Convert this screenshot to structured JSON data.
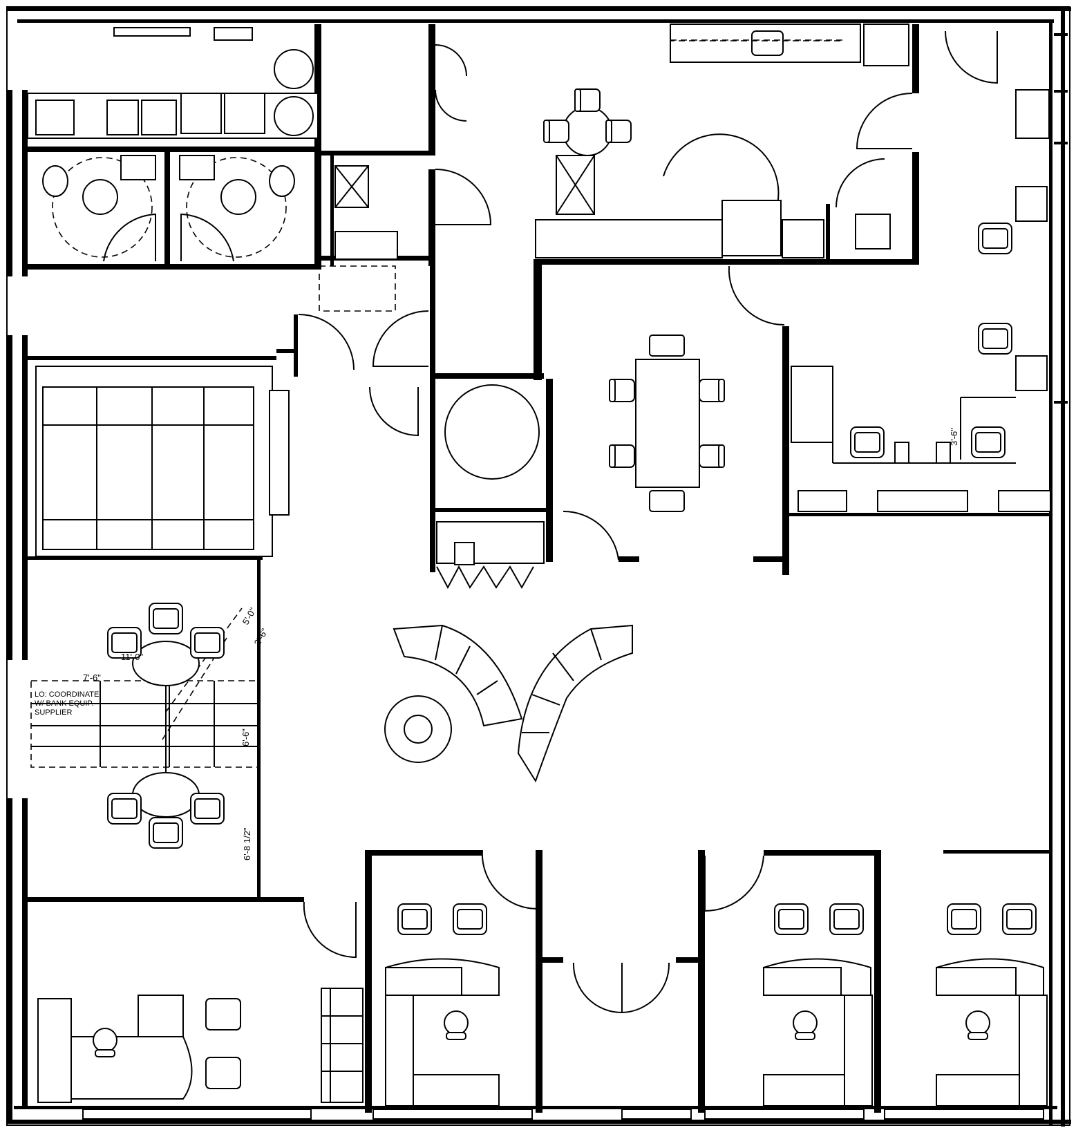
{
  "notes": {
    "coordinate": "LO: COORDINATE",
    "bank": "W/ BANK EQUIP.",
    "supplier": "SUPPLIER"
  },
  "dimensions": {
    "d1": "11'-0\"",
    "d2": "7'-6\"",
    "d3": "6'-6\"",
    "d4": "6'-8 1/2\"",
    "d5": "3'-6\"",
    "d6": "5'-0\"",
    "d7": "2'-6\""
  },
  "colors": {
    "line": "#000000",
    "background": "#ffffff"
  }
}
